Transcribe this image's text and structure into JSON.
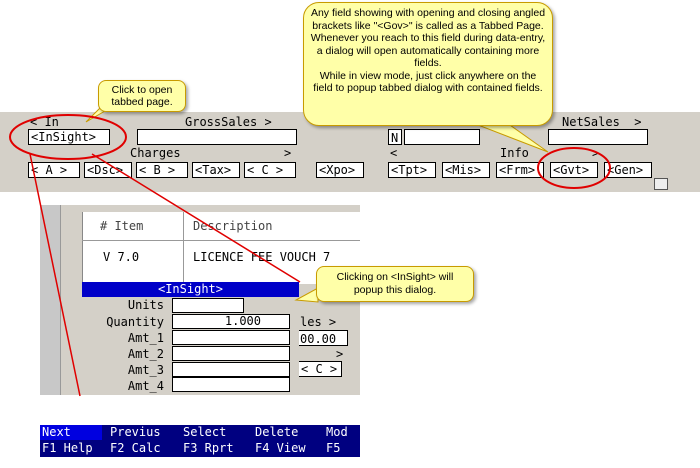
{
  "callouts": {
    "tabbed_page": "Any field showing with opening and closing angled brackets like \"<Gov>\" is called as a Tabbed Page.\nWhenever you reach to this field during data-entry, a dialog will open automatically containing more fields.\nWhile in view mode, just click anywhere on the field to popup tabbed dialog with contained fields.",
    "click_open": "Click to open tabbed page.",
    "insight_popup": "Clicking on <InSight> will popup this dialog."
  },
  "form": {
    "in_label": "< In",
    "insight_tab": "<InSight>",
    "gross_sales": "GrossSales >",
    "n_value": "N",
    "net_sales": "NetSales  >",
    "charges": "Charges",
    "charges_arrow": ">",
    "info_left": "<",
    "info": "Info",
    "info_arrow": ">",
    "tabs": [
      "< A >",
      "<Dsc>",
      "< B >",
      "<Tax>",
      "< C >",
      "<Xpo>",
      "<Tpt>",
      "<Mis>",
      "<Frm>",
      "<Gvt>",
      "<Gen>"
    ]
  },
  "grid": {
    "col_item": "# Item",
    "col_desc": "Description",
    "row_item": "V 7.0",
    "row_desc": "LICENCE FEE VOUCH 7"
  },
  "dialog": {
    "title": "<InSight>",
    "fields": [
      {
        "label": "Units",
        "value": ""
      },
      {
        "label": "Quantity",
        "value": "1.000"
      },
      {
        "label": "Amt_1",
        "value": ""
      },
      {
        "label": "Amt_2",
        "value": ""
      },
      {
        "label": "Amt_3",
        "value": ""
      },
      {
        "label": "Amt_4",
        "value": ""
      }
    ],
    "behind": {
      "sales": "les >",
      "amount": "00.00",
      "arrow": ">",
      "c_tab": "< C >"
    }
  },
  "function_keys": {
    "row1": [
      "Next",
      "Previus",
      "Select",
      "Delete",
      "Mod"
    ],
    "row2": [
      "F1 Help",
      "F2 Calc",
      "F3 Rprt",
      "F4 View",
      "F5"
    ]
  },
  "colors": {
    "callout_fill": "#ffffa8",
    "highlight_red": "#e00000",
    "title_blue": "#0000c8",
    "fkey_blue": "#000080"
  }
}
